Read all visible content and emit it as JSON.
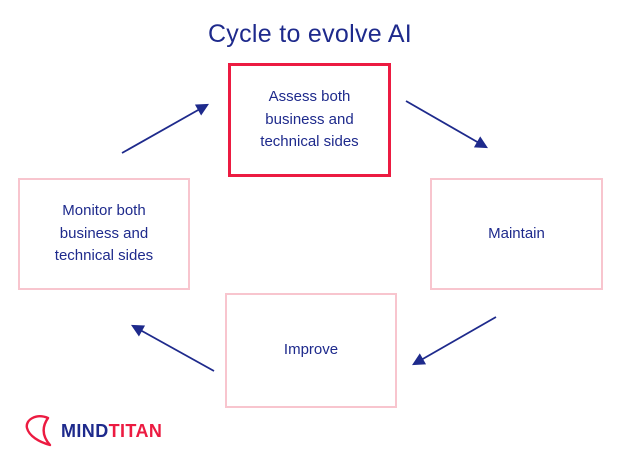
{
  "title": "Cycle to evolve AI",
  "colors": {
    "navy": "#1e2a8c",
    "red": "#ec1b41",
    "pink": "#f8c5ce",
    "bg": "#ffffff"
  },
  "cycle": {
    "nodes": [
      {
        "id": "assess",
        "label": "Assess both business and technical sides",
        "highlighted": true,
        "position": "top"
      },
      {
        "id": "maintain",
        "label": "Maintain",
        "highlighted": false,
        "position": "right"
      },
      {
        "id": "improve",
        "label": "Improve",
        "highlighted": false,
        "position": "bottom"
      },
      {
        "id": "monitor",
        "label": "Monitor both business and technical sides",
        "highlighted": false,
        "position": "left"
      }
    ],
    "edges": [
      {
        "from": "monitor",
        "to": "assess"
      },
      {
        "from": "assess",
        "to": "maintain"
      },
      {
        "from": "maintain",
        "to": "improve"
      },
      {
        "from": "improve",
        "to": "monitor"
      }
    ]
  },
  "logo": {
    "icon": "mindtitan-flame-icon",
    "primary": "MIND",
    "secondary": "TITAN"
  }
}
